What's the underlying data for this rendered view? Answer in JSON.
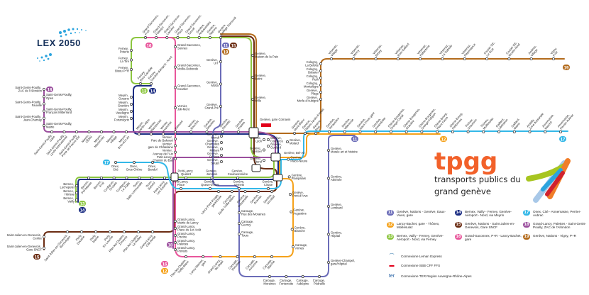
{
  "logo": {
    "lex_title": "LEX 2050",
    "tpgg_word": "tpgg",
    "tpgg_sub1": "transports publics du",
    "tpgg_sub2": "grand genève"
  },
  "lines": {
    "11": {
      "color": "#6b6cb8",
      "route": "Genève, Nations - Genève, Eaux-Vives, gare"
    },
    "12": {
      "color": "#f5a21b",
      "route": "Lancy-Bachet, gare - Thônex, Moillesulaz"
    },
    "13": {
      "color": "#8cc63f",
      "route": "Bernex, Vailly - Ferney, Genève-Aéroport - Nord, via Ferney"
    },
    "14": {
      "color": "#1b2d83",
      "route": "Bernex, Vailly - Ferney, Genève-Aéroport - Nord, via Meyrin"
    },
    "15": {
      "color": "#6b2c12",
      "route": "Genève, Nations - Saint-Julien-en-Genevois, Gare SNCF"
    },
    "16": {
      "color": "#e8569b",
      "route": "Grand-Saconnex, P+R - Lancy-Bachet, gare"
    },
    "17": {
      "color": "#34b8e8",
      "route": "Onex, Cité - Annemasse, Perrier-Aubrac"
    },
    "18": {
      "color": "#9b4f9e",
      "route": "Grand-Lancy, Palettes - Saint-Genis-Pouilly, ZAC de l'Allondon"
    },
    "19": {
      "color": "#b36b1c",
      "route": "Genève, Nations - Vigny, P+R"
    }
  },
  "legend_order": [
    "11",
    "12",
    "13",
    "14",
    "15",
    "16",
    "17",
    "18",
    "19"
  ],
  "connections": [
    {
      "icon": "leman-express-icon",
      "label": "Connexione Leman Express"
    },
    {
      "icon": "sbb-cff-ffs-icon",
      "label": "Connexione SBB CFF FFS"
    },
    {
      "icon": "ter-icon",
      "label": "Connexione TER Region Auvergne-Rhône-Alpes"
    }
  ],
  "map": {
    "segments": {
      "sgp": [
        "Saint-Genis-Pouilly, ZAC de l'Allondon",
        "Saint-Genis-Pouilly, Open",
        "Saint-Genis-Pouilly, Fauville",
        "Saint-Genis-Pouilly, François Mitterrand",
        "Saint-Genis-Pouilly, Jean-Charnay",
        "Saint-Genis-Pouilly, Mairie"
      ],
      "west": [
        "Saint-Genis-Pouilly, Gare",
        "Saint-Genis-Pouilly, Lycée International",
        "Saint-Genis-Pouilly, Porte de France Est",
        "Meyrin, CERN",
        "Meyrin, Maisonnex",
        "Meyrin, Village",
        "Meyrin, Bois-du-Lan"
      ],
      "ferney": [
        "Ferney, Poterie",
        "Ferney, La Tire",
        "Ferney, Bisou P+R"
      ],
      "meyrin": [
        "Meyrin, Gouane",
        "Meyrin, Gravière",
        "Meyrin, Vaudagne",
        "Meyrin, Forumeyrin"
      ],
      "meyrin_h": [
        "Meyrin, Jardin-Alpin",
        "Vernier, Blandonnet",
        "Vernier, Avanchet"
      ],
      "airport": [
        "Ferney, Bois-Candide",
        "Ferney, Genève-Aéroport - Nord"
      ],
      "top": [
        "Grand-Saconnex, P+R",
        "Grand-Saconnex, Palexpo",
        "Grand-Saconnex, Carrière",
        "Grand-Saconnex, Place",
        "Grand-Saconnex, Tunnel",
        "Genève, Ambassades",
        "Genève, Nations",
        "Genève, Collège Sismondi"
      ],
      "saconnex": [
        "Grand-Saconnex, Sonnex",
        "Grand-Saconnex, Mollie-Debonde",
        "Grand-Saconnex, Courtier",
        "Vernier, Joli-Mont"
      ],
      "uit": [
        "Genève, UIT",
        "Genève, Motta",
        "Genève, Grand-Pré"
      ],
      "paix": [
        "Genève, Maison de la Paix",
        "Genève, Butini",
        "Genève, Wille"
      ],
      "centre_top": [
        "Balexert",
        "Vernier, Bouchet",
        "Genève, Beaulieu",
        "Genève, Servette",
        "Genève, Poterie"
      ],
      "cologny": [
        "Cologny, La Belotte",
        "Cologny, Bolssier",
        "Cologny, Ruth",
        "Cologny, Montalègre",
        "Genève, Plage",
        "Genève, Merle-d'Aubigné"
      ],
      "vesenaz": [
        "Vésenaz, Village",
        "Vésenaz, Mercy",
        "Vésenaz, Bessy",
        "Vésenaz, Bois-Gallard",
        "Vésenaz, Pallanterie",
        "Vésenaz, La Gabiule",
        "Vésenaz, Repentance",
        "Corsier GE, Le Scié",
        "Corsier GE, Moulin-Neuf",
        "Anières, Village",
        "Vigny, P+R"
      ],
      "rive_w": [
        "Genève, Mont-Blanc",
        "Genève, Pâquis-Jardin Anglais",
        "Genève, Rive"
      ],
      "east": [
        "Genève, Terrassière",
        "Genève, Villereuse",
        "Genève, Eaux-Vives gare",
        "Genève, Amandolier",
        "Chêne-Bougeries, Grange-Canal",
        "Chêne-Bougeries, Gravière",
        "Chêne-Bougeries, Grange-Falquet",
        "Chêne-Bourg, Place Favre",
        "Chêne-Bourg, Peillonnex",
        "Thônex, Graveson",
        "Thônex, Moillesulaz",
        "Gaillard, Libération",
        "Gaillard, Mairie",
        "Ambilly, Zone Artisanale",
        "Annemasse, Marché",
        "Annemasse, Perrier-Aubrac"
      ],
      "vernier_s": [
        "Vernier, Parc de Balexert",
        "Vernier, gare de Châtelaine",
        "Vernier, Avenue de l'Ain",
        "Petit-Lancy, Chemin du Bac"
      ],
      "charmilles": [
        "Genève, Wendt",
        "Genève, Charmilles",
        "Genève, Miléant",
        "Genève, Délices",
        "Genève, Seujet"
      ],
      "centre": [
        "Genève, Lyon",
        "Genève, Mercier",
        "Genève, Stand"
      ],
      "coutance": [
        "Genève, Coutance",
        "Genève, Goulard"
      ],
      "onex": [
        "Onex, Cité",
        "Onex, Gros-Chêne",
        "Onex, Bandol"
      ],
      "bernex_v": [
        "Bernex, Luchepelet",
        "Bernex, Hérisse",
        "Bernex, Vailly"
      ],
      "bernex_h": [
        "Bernex, Pré-Marais",
        "Bernex, P+R",
        "Confignon, Croisée",
        "Confignon, Le Ziggy",
        "Onex, Salle communale",
        "Onex, Bandol",
        "Petit-Lancy, Les Esserts"
      ],
      "jonction": [
        "Petit-Lancy, Quidort",
        "Genève, Jonction",
        "Genève, Coulouvrenière"
      ],
      "lancy_place": [
        "Petit-Lancy, Place",
        "Genève, Queue-d'Arve",
        "Genève, Vernets",
        "Genève, Cirque"
      ],
      "acacias": [
        "Lancy-Pont-Rouge, gare/Etoile",
        "Carouge, Etoile Trèfle-Blanc",
        "Genève, Industrielle",
        "Genève, Acacias",
        "Genève, Uni-Mail"
      ],
      "julien_v": [
        "Saint-Julien-en-Genevois, Centre",
        "Saint-Julien-en-Genevois, Gare SNCF"
      ],
      "julien_h": [
        "Saint-Julien-en-Genevois, Burnivèges",
        "Perly, Douane",
        "Perly, Mairie",
        "Perly, En Louche",
        "Plan-les-Ouates, Zimeysa",
        "Plan-les-Ouates, Le Rolliet",
        "Grand-Lancy, Cité-Reda"
      ],
      "lancy_v": [
        "Grand-Lancy, Mairie de Lancy",
        "Grand-Lancy, Place du 1er Août",
        "Grand-Lancy, Piscine",
        "Grand-Lancy, Palettes",
        "Grand-Lancy, Pontets"
      ],
      "bachet": [
        "Plan-les-Ouates, Trèfle-Blanc",
        "Lancy-Bachet, gare",
        "Grand-Lancy, De-Staël",
        "Carouge, Rondeau",
        "Carouge, Ancienne",
        "Carouge, Marché"
      ],
      "carouge_v": [
        "Carouge, Rue des Moraines",
        "Carouge, Gevrey",
        "Carouge, Tours"
      ],
      "arve": [
        "Genève, Molard",
        "Genève, Place-Neuve",
        "Genève, Plainpalais",
        "Genève, Pont-d'Arve",
        "Genève, Augustins",
        "Genève, Blanche",
        "Carouge, Armes"
      ],
      "h11": [
        "Genève, Musée art et histoire",
        "Genève, Athénée",
        "Genève, Lombard",
        "Genève, Hôpital",
        "Genève-Champel, gare/Hôpital"
      ],
      "carouge_b": [
        "Carouge, Moraines",
        "Carouge, Fontenette",
        "Carouge, Aubépine",
        "Carouge, Pédraille"
      ]
    },
    "hubs": {
      "cornavin": "Genève, gare Cornavin",
      "bel_air": "Genève, Bel-Air"
    }
  }
}
